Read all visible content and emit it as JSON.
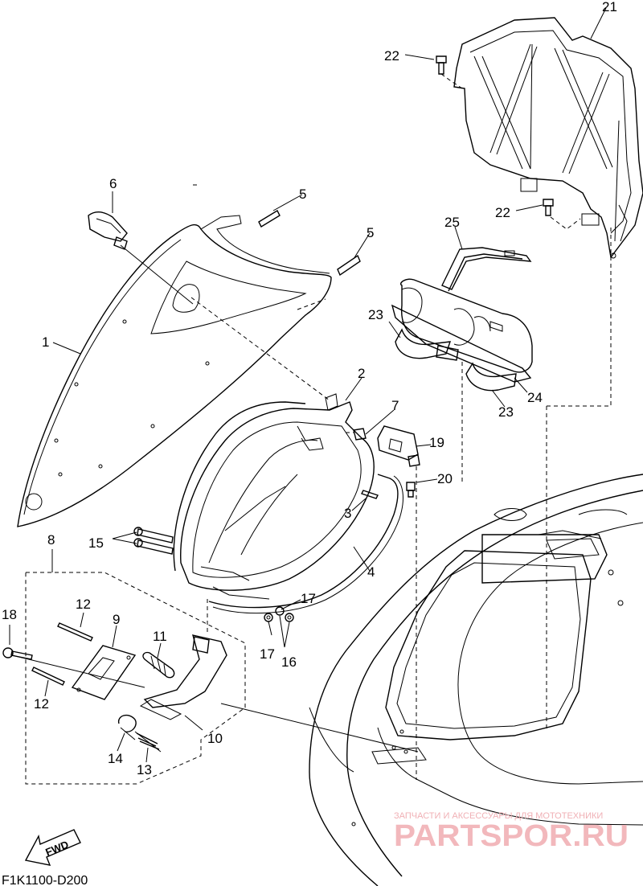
{
  "diagram_code": "F1K1100-D200",
  "watermark": {
    "small_text": "ЗАПЧАСТИ И АКСЕССУАРЫ ДЛЯ МОТОТЕХНИКИ",
    "large_text": "PARTSPOR.RU"
  },
  "fwd_label": "FWD",
  "callouts": {
    "p1": "1",
    "p2": "2",
    "p3": "3",
    "p4": "4",
    "p5a": "5",
    "p5b": "5",
    "p6": "6",
    "p7": "7",
    "p8": "8",
    "p9": "9",
    "p10": "10",
    "p11": "11",
    "p12a": "12",
    "p12b": "12",
    "p13": "13",
    "p14": "14",
    "p15": "15",
    "p16": "16",
    "p17a": "17",
    "p17b": "17",
    "p18": "18",
    "p19": "19",
    "p20": "20",
    "p21": "21",
    "p22a": "22",
    "p22b": "22",
    "p23a": "23",
    "p23b": "23",
    "p24": "24",
    "p25": "25"
  }
}
